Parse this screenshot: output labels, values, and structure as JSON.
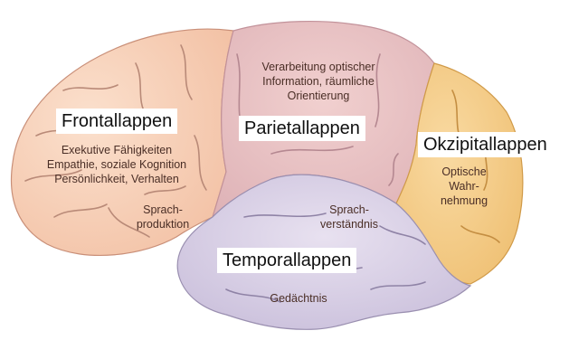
{
  "colors": {
    "frontal": "#f6cdb3",
    "parietal": "#e9c3c4",
    "occipital": "#f5cf8c",
    "temporal": "#d9d0e6",
    "background": "#ffffff"
  },
  "lobes": {
    "frontal": {
      "title": "Frontallappen",
      "functions": "Exekutive Fähigkeiten\nEmpathie, soziale Kognition\nPersönlichkeit, Verhalten",
      "speech": "Sprach-\nproduktion"
    },
    "parietal": {
      "title": "Parietallappen",
      "functions": "Verarbeitung optischer\nInformation, räumliche\nOrientierung"
    },
    "occipital": {
      "title": "Okzipitallappen",
      "functions": "Optische\nWahr-\nnehmung"
    },
    "temporal": {
      "title": "Temporallappen",
      "speech": "Sprach-\nverständnis",
      "memory": "Gedächtnis"
    }
  }
}
